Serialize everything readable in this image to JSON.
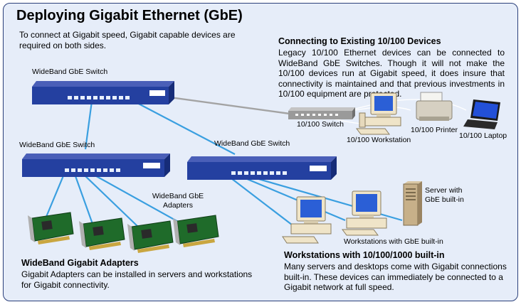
{
  "title": "Deploying Gigabit Ethernet (GbE)",
  "intro": "To connect at Gigabit speed, Gigabit capable devices are required on both sides.",
  "sections": {
    "existing": {
      "heading": "Connecting to Existing 10/100 Devices",
      "body": "Legacy 10/100 Ethernet devices can be connected to WideBand GbE Switches. Though it will not make the 10/100 devices run at Gigabit speed, it does insure that connectivity is maintained and that previous investments in 10/100 equipment are protected."
    },
    "adapters": {
      "heading": "WideBand Gigabit Adapters",
      "body": "Gigabit Adapters can be installed in servers and workstations for Gigabit connectivity."
    },
    "builtin": {
      "heading": "Workstations with 10/100/1000 built-in",
      "body": "Many servers and desktops come with Gigabit connections built-in. These devices can immediately be connected to a Gigabit network at full speed."
    }
  },
  "devices": {
    "core_switch": "WideBand GbE Switch",
    "left_switch": "WideBand GbE Switch",
    "right_switch": "WideBand GbE Switch",
    "legacy_switch": "10/100 Switch",
    "legacy_workstation": "10/100 Workstation",
    "printer": "10/100 Printer",
    "laptop": "10/100 Laptop",
    "adapters": "WideBand GbE Adapters",
    "server": "Server with GbE built-in",
    "builtin_workstations": "Workstations with GbE built-in"
  },
  "colors": {
    "background": "#e6edf9",
    "border": "#2a3f7a",
    "gigabit_link": "#3a9fe0",
    "legacy_link": "#a3a3a3",
    "switch_body": "#2440a0"
  }
}
